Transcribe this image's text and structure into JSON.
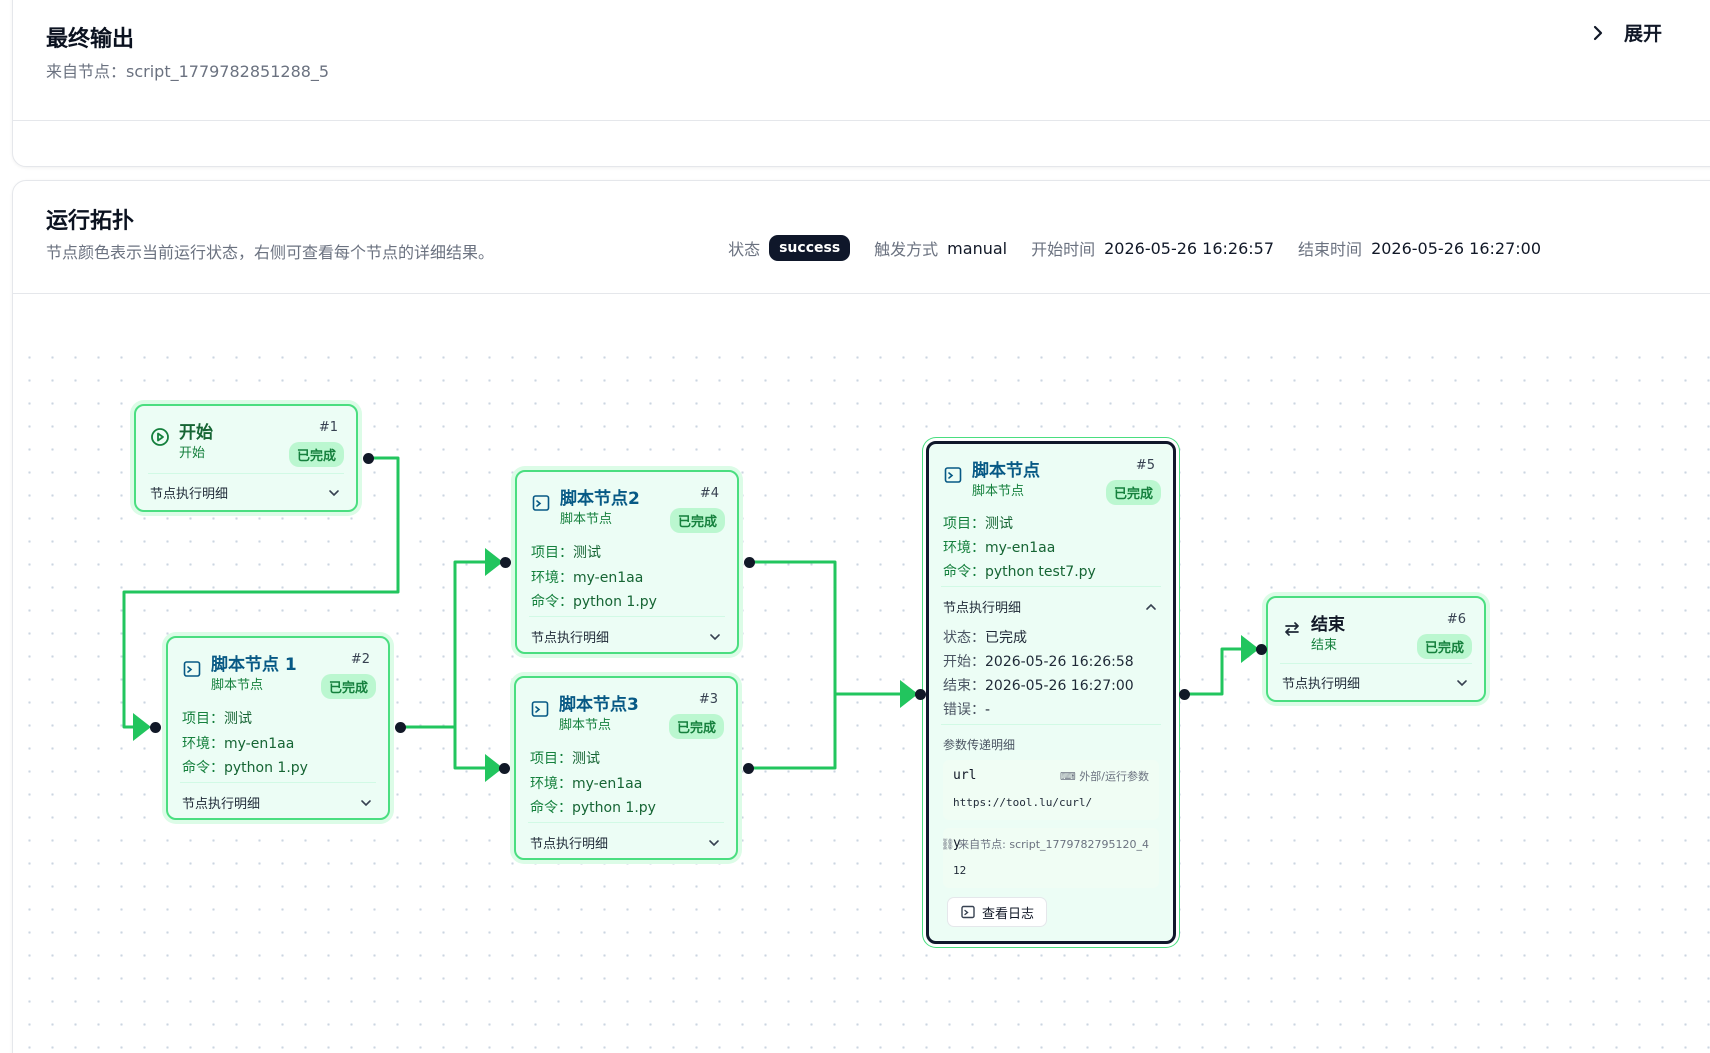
{
  "output": {
    "title": "最终输出",
    "source": "来自节点：script_1779782851288_5",
    "expand_label": "展开"
  },
  "topology": {
    "title": "运行拓扑",
    "subtitle": "节点颜色表示当前运行状态，右侧可查看每个节点的详细结果。",
    "status_label": "状态",
    "status_value": "success",
    "trigger_label": "触发方式",
    "trigger_value": "manual",
    "start_label": "开始时间",
    "start_value": "2026-05-26 16:26:57",
    "end_label": "结束时间",
    "end_value": "2026-05-26 16:27:00"
  },
  "colors": {
    "node_bg": "#ecfdf5",
    "node_border": "#4ade80",
    "edge": "#22c55e",
    "badge_dark": "#0f172a"
  },
  "nodes": {
    "start": {
      "title": "开始",
      "sub": "开始",
      "num": "#1",
      "status": "已完成",
      "foot": "节点执行明细",
      "icon": "play-circle-icon"
    },
    "script1": {
      "title": "脚本节点 1",
      "sub": "脚本节点",
      "num": "#2",
      "status": "已完成",
      "project_k": "项目：",
      "project_v": "测试",
      "env_k": "环境：",
      "env_v": "my-en1aa",
      "cmd_k": "命令：",
      "cmd_v": "python 1.py",
      "foot": "节点执行明细",
      "icon": "terminal-icon"
    },
    "script2": {
      "title": "脚本节点2",
      "sub": "脚本节点",
      "num": "#4",
      "status": "已完成",
      "project_k": "项目：",
      "project_v": "测试",
      "env_k": "环境：",
      "env_v": "my-en1aa",
      "cmd_k": "命令：",
      "cmd_v": "python 1.py",
      "foot": "节点执行明细",
      "icon": "terminal-icon"
    },
    "script3": {
      "title": "脚本节点3",
      "sub": "脚本节点",
      "num": "#3",
      "status": "已完成",
      "project_k": "项目：",
      "project_v": "测试",
      "env_k": "环境：",
      "env_v": "my-en1aa",
      "cmd_k": "命令：",
      "cmd_v": "python 1.py",
      "foot": "节点执行明细",
      "icon": "terminal-icon"
    },
    "script5": {
      "title": "脚本节点",
      "sub": "脚本节点",
      "num": "#5",
      "status": "已完成",
      "project_k": "项目：",
      "project_v": "测试",
      "env_k": "环境：",
      "env_v": "my-en1aa",
      "cmd_k": "命令：",
      "cmd_v": "python test7.py",
      "detail_title": "节点执行明细",
      "state_k": "状态：",
      "state_v": "已完成",
      "begin_k": "开始：",
      "begin_v": "2026-05-26 16:26:58",
      "finish_k": "结束：",
      "finish_v": "2026-05-26 16:27:00",
      "error_k": "错误：",
      "error_v": "-",
      "params_title": "参数传递明细",
      "params": [
        {
          "key": "url",
          "source": "外部/运行参数",
          "value": "https://tool.lu/curl/"
        },
        {
          "key": "y",
          "source": "来自节点: script_1779782795120_4",
          "value": "12"
        }
      ],
      "log_btn": "查看日志",
      "icon": "terminal-icon"
    },
    "end": {
      "title": "结束",
      "sub": "结束",
      "num": "#6",
      "status": "已完成",
      "foot": "节点执行明细",
      "icon": "swap-arrows-icon"
    }
  }
}
